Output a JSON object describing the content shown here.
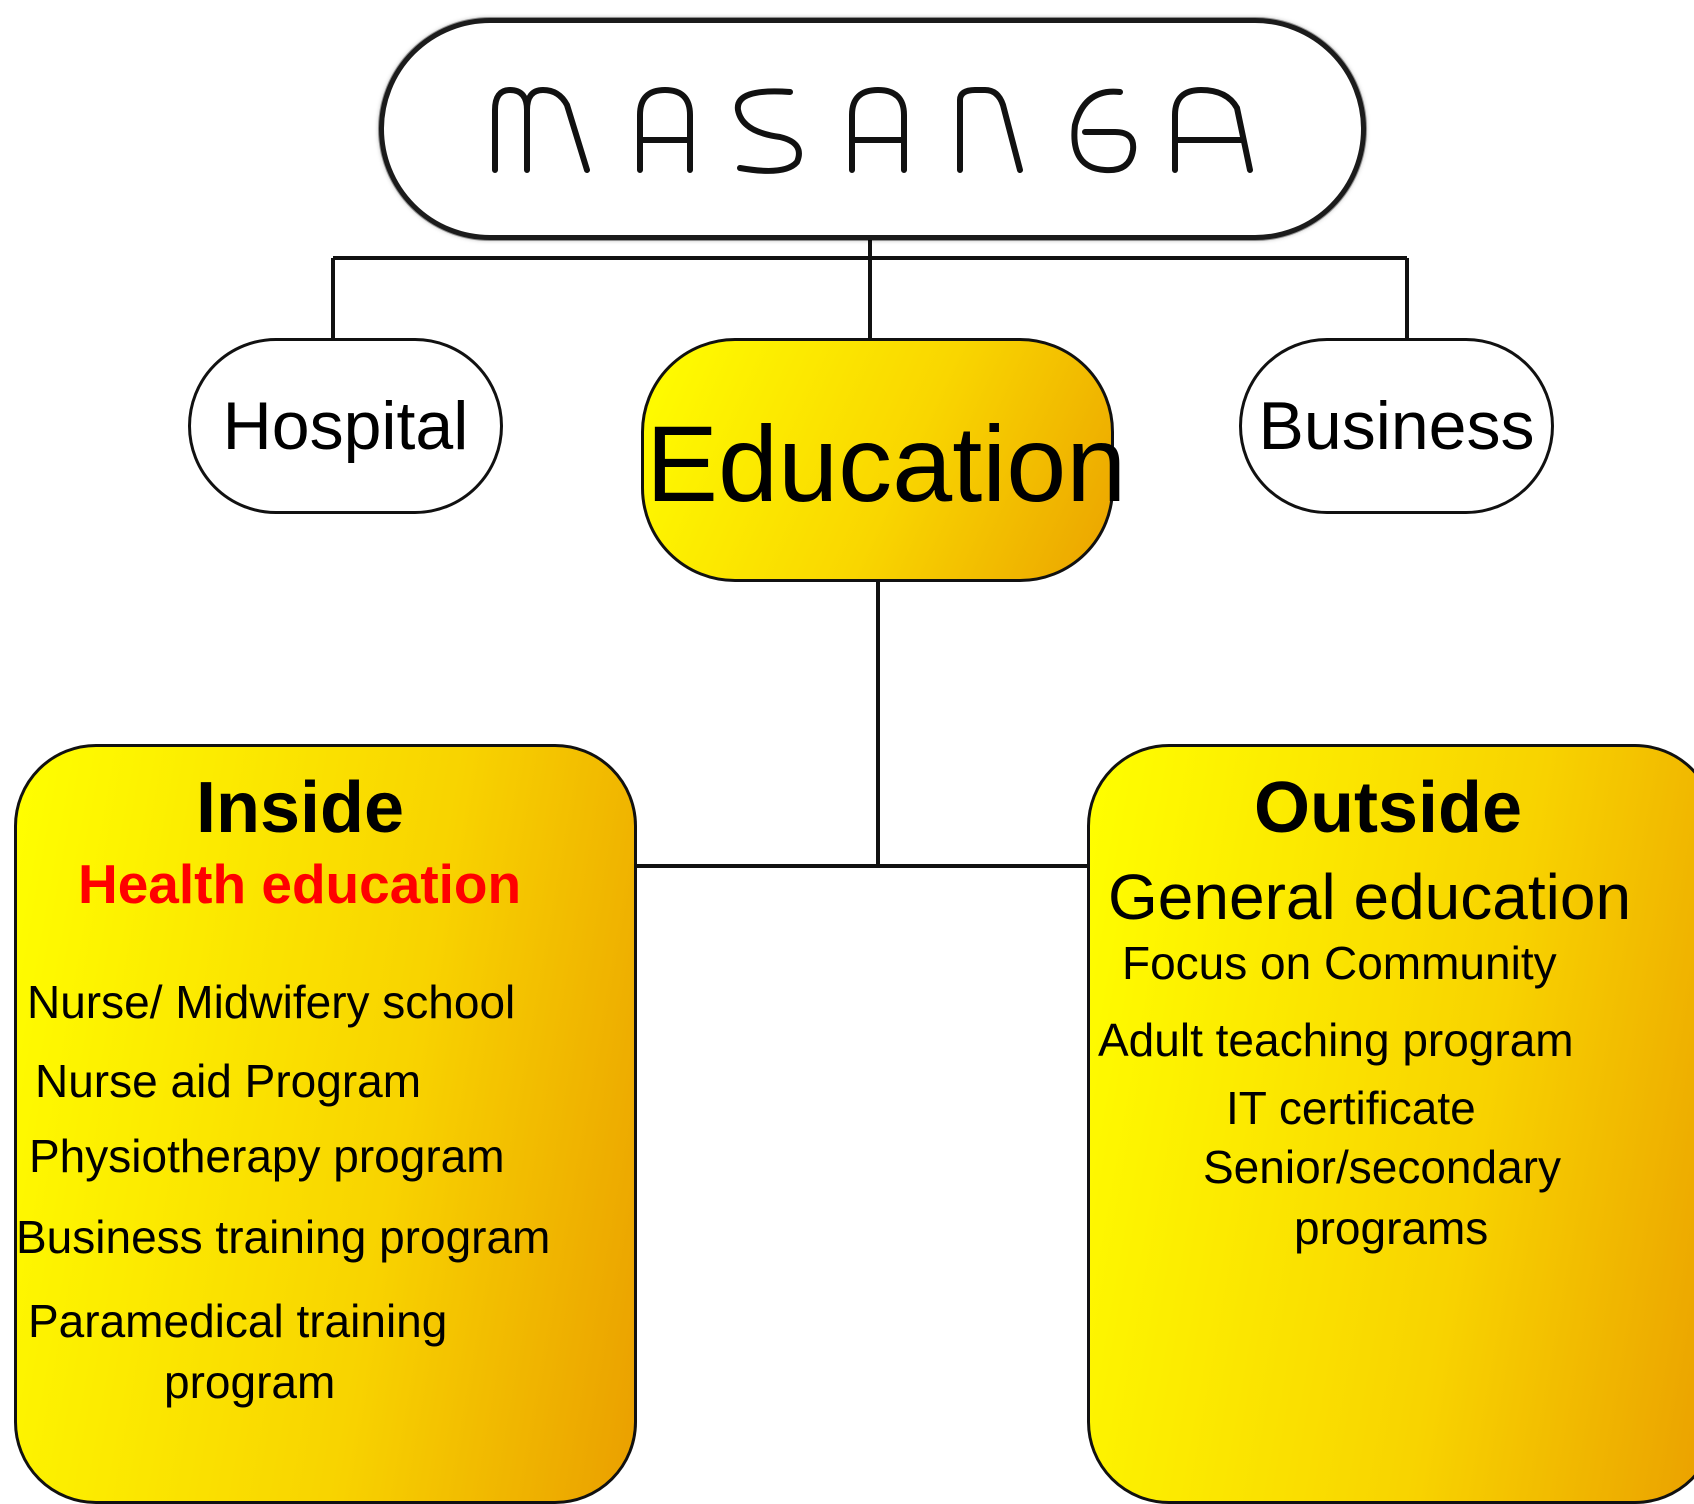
{
  "diagram": {
    "brand": {
      "text": "MASANGA"
    },
    "branches": {
      "hospital": "Hospital",
      "education": "Education",
      "business": "Business"
    },
    "inside": {
      "title": "Inside",
      "subtitle": "Health education",
      "items": [
        "Nurse/ Midwifery school",
        "Nurse aid Program",
        "Physiotherapy program",
        "Business training program",
        "Paramedical training",
        "program"
      ]
    },
    "outside": {
      "title": "Outside",
      "subtitle": "General education",
      "focus": "Focus on Community",
      "items": [
        "Adult teaching program",
        "IT certificate",
        "Senior/secondary",
        "programs"
      ]
    }
  },
  "colors": {
    "line": "#111111",
    "node_fill": "#ffffff",
    "highlight_start": "#ffff00",
    "highlight_end": "#eba300",
    "subtitle": "#ff0000"
  },
  "icons": {
    "brand_logo": "masanga-wordmark"
  }
}
